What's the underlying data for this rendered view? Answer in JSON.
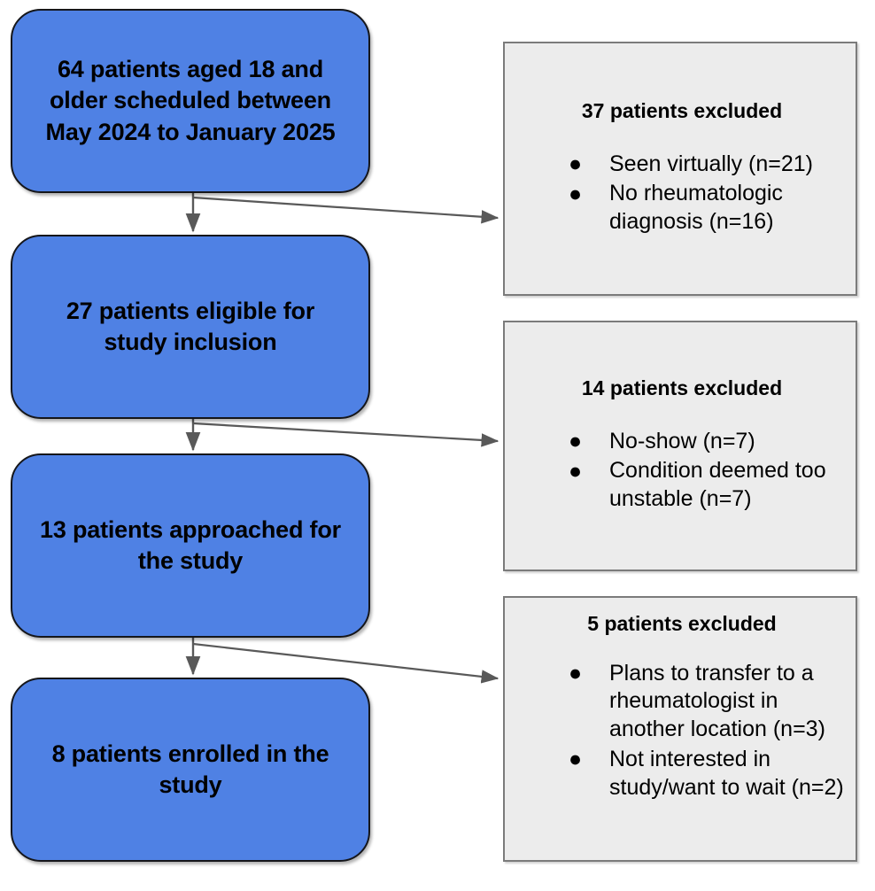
{
  "diagram": {
    "type": "participant-flow-diagram",
    "colors": {
      "node_fill": "#4F81E4",
      "node_border": "#15161A",
      "exclusion_fill": "#ECECEC",
      "exclusion_border": "#7B7B7B",
      "connector": "#595959",
      "text": "#000000"
    }
  },
  "flow": {
    "nodes": [
      {
        "id": "screened",
        "label": "64 patients aged 18 and older scheduled between May 2024 to January 2025",
        "count": 64
      },
      {
        "id": "eligible",
        "label": "27 patients eligible for study inclusion",
        "count": 27
      },
      {
        "id": "approached",
        "label": "13 patients approached for the study",
        "count": 13
      },
      {
        "id": "enrolled",
        "label": "8 patients enrolled in the study",
        "count": 8
      }
    ],
    "exclusions": [
      {
        "id": "excl-1",
        "title": "37 patients excluded",
        "count": 37,
        "bullet": "●",
        "reasons": [
          "Seen virtually (n=21)",
          "No rheumatologic diagnosis (n=16)"
        ]
      },
      {
        "id": "excl-2",
        "title": "14 patients excluded",
        "count": 14,
        "bullet": "●",
        "reasons": [
          "No-show (n=7)",
          "Condition deemed too unstable (n=7)"
        ]
      },
      {
        "id": "excl-3",
        "title": "5 patients excluded",
        "count": 5,
        "bullet": "●",
        "reasons": [
          "Plans to transfer to a rheumatologist in another location (n=3)",
          "Not interested in study/want to wait (n=2)"
        ]
      }
    ]
  }
}
